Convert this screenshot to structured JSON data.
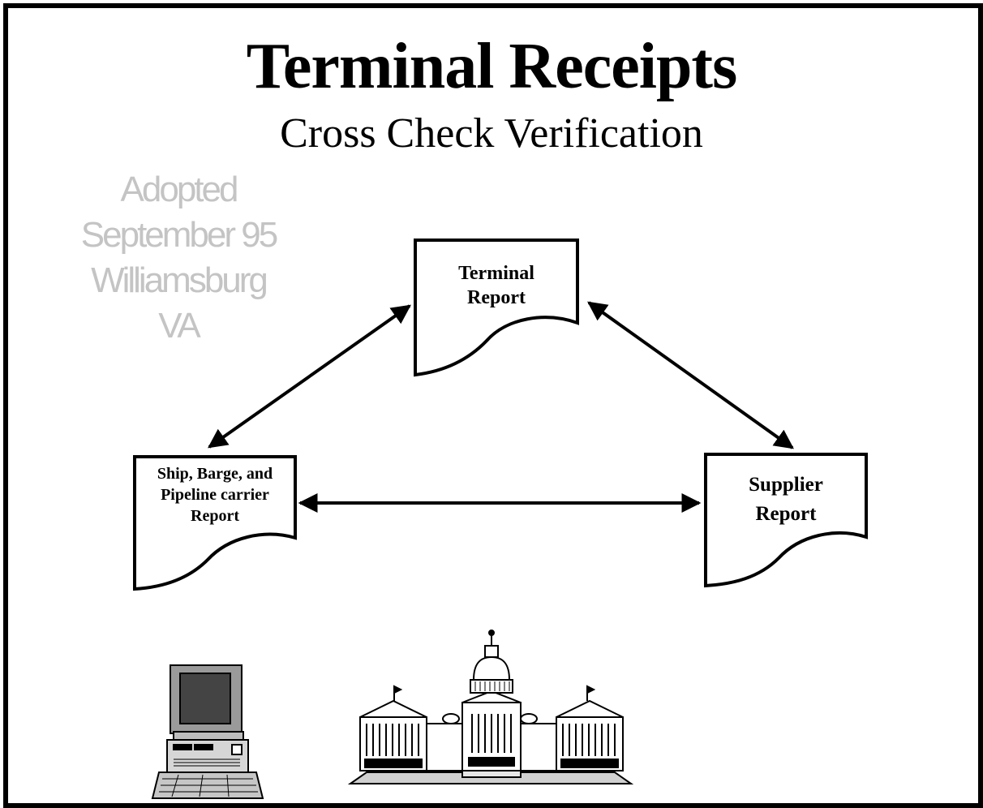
{
  "title": "Terminal Receipts",
  "subtitle": "Cross Check Verification",
  "stamp": {
    "lines": [
      "Adopted",
      "September 95",
      "Williamsburg",
      "VA"
    ],
    "color": "#c4c4c4"
  },
  "documents": {
    "terminal": {
      "lines": [
        "Terminal",
        "Report"
      ]
    },
    "carrier": {
      "lines": [
        "Ship, Barge, and",
        "Pipeline carrier",
        "Report"
      ]
    },
    "supplier": {
      "lines": [
        "Supplier",
        "Report"
      ]
    }
  },
  "icons": [
    "computer-icon",
    "capitol-building-icon"
  ]
}
